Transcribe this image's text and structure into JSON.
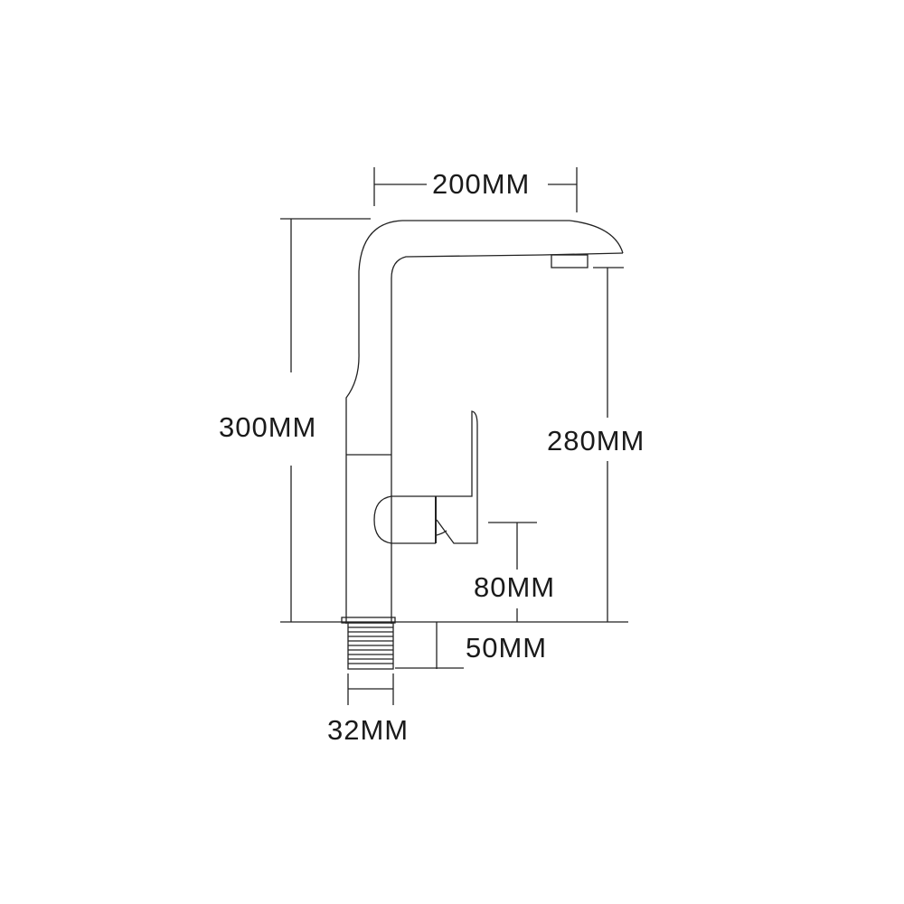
{
  "diagram": {
    "subject": "faucet-dimension-drawing",
    "line_color": "#222222",
    "background": "#ffffff",
    "dimensions": {
      "spout_reach": "200MM",
      "total_height": "300MM",
      "spout_height": "280MM",
      "handle_height": "80MM",
      "thread_length": "50MM",
      "thread_diameter": "32MM"
    }
  }
}
